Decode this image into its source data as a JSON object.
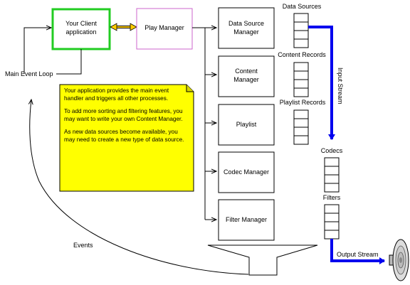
{
  "diagram": {
    "client": {
      "line1": "Your Client",
      "line2": "application"
    },
    "play_manager": "Play Manager",
    "modules": {
      "data_source": {
        "line1": "Data Source",
        "line2": "Manager"
      },
      "content": {
        "line1": "Content",
        "line2": "Manager"
      },
      "playlist": "Playlist",
      "codec": "Codec Manager",
      "filter": "Filter Manager"
    },
    "records": {
      "data_sources": "Data Sources",
      "content_records": "Content Records",
      "playlist_records": "Playlist Records",
      "codecs": "Codecs",
      "filters": "Filters"
    },
    "streams": {
      "input": "Input Stream",
      "output": "Output Stream"
    },
    "loop": {
      "main_event_loop": "Main Event Loop",
      "events": "Events"
    },
    "note": {
      "p1": "Your application provides the main event handler and triggers all other processes.",
      "p2": "To add more sorting and filtering features, you may want to write your own Content Manager.",
      "p3": "As new data sources become available, you may need to create a new type of data source."
    },
    "colors": {
      "client_border": "#22cc22",
      "play_manager_border": "#cc66cc",
      "note_fill": "#ffff00",
      "double_arrow": "#ffcc00",
      "stream": "#0000ee"
    },
    "icons": [
      "speaker-icon",
      "funnel-shape"
    ]
  }
}
